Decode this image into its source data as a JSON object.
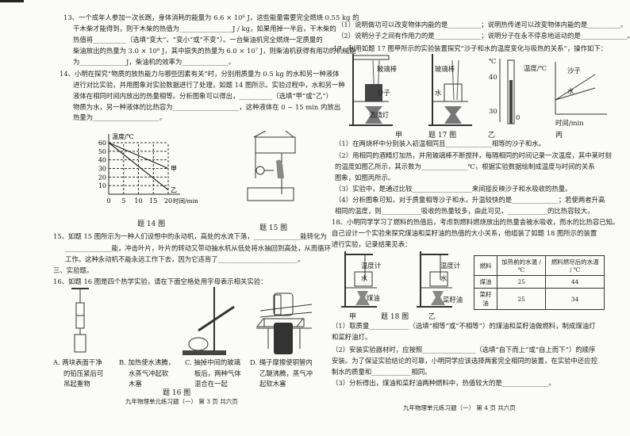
{
  "left": {
    "lines": [
      "13、一个成年人参加一次长跑，身体消耗的能量为 6.6 × 10⁶ J，这些能量需要完全燃烧 0.55 kg 的",
      "干木柴才能得到，则干木柴的热值为________________J / kg，如果用掉一半后，干木柴的",
      "热值将__________（选填“变大”、“变小”或“不变”）。一台柴油机完全燃烧一定质量的",
      "柴油放出的热量为 3.0 × 10⁸ J，其中损失的热量为 6.0 × 10⁷ J，则柴油机获得有用功的机械能",
      "为______________J，柴油机的效率为______________。",
      "14、小明在探究“物质的放热能力与哪些因素有关”时，分别用质量为 0.5 kg 的水和另一种液体",
      "进行对比实验，并用图象对实验数据进行了处理，如题 14 图所示。实验过程中，水和另一种",
      "液体在相同时间内放出的热量相等。分析图象可以得出，__________（选填“甲”或“乙”）",
      "物质为水，另一种液体的比热容为____________________，这种液体在 0 ~ 15 min 内放出",
      "热量为____________________。"
    ],
    "q15": [
      "15、如题 15 图所示为一种人们设想中的永动机，高处的水流下落，______________能转化为",
      "______________能，冲击叶片，叶片的转动又带动抽水机从低处将水抽回到高处，从而循环",
      "工作。这种永动机不能永远工作下去，因为它违背了________________________。",
      "三、实验题。",
      "16、如题 16 图是四个热学实验，请在下面空格处用字母表示相关实验："
    ],
    "fig14_caption": "题 14 图",
    "fig15_caption": "题 15 图",
    "fig16_caption": "题 16 图",
    "options": [
      {
        "l1": "A. 两块表面干净",
        "l2": "的铅压紧后可",
        "l3": "吊起重物"
      },
      {
        "l1": "B. 加热使水沸腾，",
        "l2": "水蒸气冲起软",
        "l3": "木塞"
      },
      {
        "l1": "C. 抽掉中间的玻璃",
        "l2": "板后，两种气体",
        "l3": "混合在一起"
      },
      {
        "l1": "D. 绳子摩擦使铜管内",
        "l2": "乙醚沸腾，蒸气冲",
        "l3": "起软木塞"
      }
    ],
    "footer": "九年物理单元练习题（一）  第 3 页  共六页"
  },
  "chart14": {
    "ylabel": "温度/℃",
    "xlabel": "时间/min",
    "yticks": [
      "10",
      "20",
      "30",
      "40",
      "50",
      "60"
    ],
    "xticks": [
      "0",
      "5",
      "10",
      "15",
      "20"
    ],
    "series": [
      {
        "name": "甲",
        "x": [
          0,
          20
        ],
        "y": [
          60,
          30
        ]
      },
      {
        "name": "乙",
        "x": [
          0,
          20
        ],
        "y": [
          60,
          5
        ]
      }
    ],
    "xlim": [
      0,
      20
    ],
    "ylim": [
      0,
      60
    ]
  },
  "right": {
    "lines": [
      "（1）说明做功可以改变物体内能的是__________；说明热传递可以改变物体内能的是__________。",
      "（2）说明分子之间有作用力的是______________；说明分子在永不停息地运动的是______________。",
      "17、利用如题 17 图甲所示的实验装置探究“沙子和水的温度变化与吸热的关系”，操作如下："
    ],
    "fig17": {
      "glass_rod": "玻璃棒",
      "sand": "沙子",
      "water": "水",
      "lamp": "酒精灯",
      "t40": "40",
      "t30": "30",
      "unit": "℃",
      "graph_y": "温度/℃",
      "graph_x": "时间/min",
      "origin": "0",
      "jia": "甲",
      "caption": "题 17 图",
      "yi": "乙",
      "bing": "丙"
    },
    "q17": [
      "（1）在两烧杯中分别装入初温相同且______________相等的沙子和水。",
      "（2）用相同的酒精灯加热，并用玻璃棒不断搅拌，每隔相同的时间记录一次温度，其中某时刻",
      "     的温度如图乙所示，其示数为______________℃，根据实验数据绘制成温度与时间的关系",
      "     图象，如图丙所示。",
      "（3）实验中，是通过比较__________________来间接反映沙子和水吸收的热量。",
      "（4）分析图象可知，对于质量相等沙子和水，升温较快的是______________；若使两者升高",
      "     相同的温度，则____________吸收的热量较多，由此可见，____________的比热容较大。",
      "18、小明同学学习了燃料的热值后，考虑到燃料燃烧放出的热量会被水吸收，而水的比热容已知。",
      "     自己设计一个实验来探究煤油和菜籽油的热值的大小关系，他组装了如题 18 图所示的装置",
      "     进行实验，记录结果见表："
    ],
    "fig18": {
      "thermo": "温度计",
      "water": "水",
      "kerosene": "煤油",
      "rapeseed": "菜籽油",
      "jia": "甲",
      "caption": "题 18 图",
      "yi": "乙"
    },
    "table": {
      "headers": [
        "燃料",
        "加热前的水温 / ℃",
        "燃料燃尽后的水温 / ℃"
      ],
      "rows": [
        [
          "煤油",
          "25",
          "44"
        ],
        [
          "菜籽油",
          "25",
          "34"
        ]
      ]
    },
    "q18": [
      "（1）取质量____________（选填“相等”或“不相等”）的煤油和菜籽油做燃料，制成煤油灯",
      "     和菜籽油灯。",
      "（2）安装实验器材时，应按照________________（选填“自下而上”或“自上而下”）的顺序",
      "     安装。为了保证实验结论的可靠，小明同学应该选择两套完全相同的装置，在实验中还应控",
      "     制水的质量和____________相同。",
      "（3）分析得出，煤油和菜籽油两种燃料中，热值较大的是______________。"
    ],
    "footer": "九年物理单元练习题（一）  第 4 页  共六页"
  }
}
